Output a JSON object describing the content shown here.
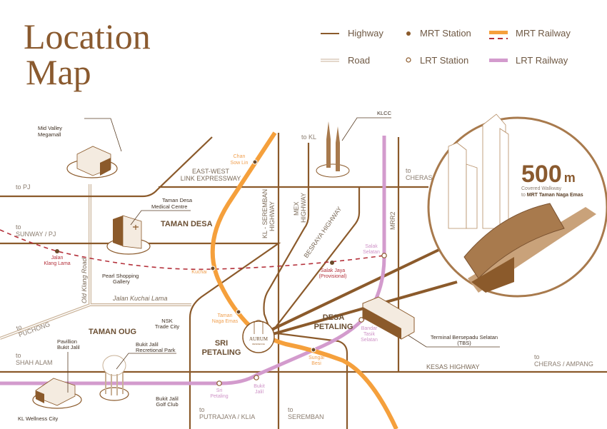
{
  "title": {
    "line1": "Location",
    "line2": "Map"
  },
  "legend": {
    "highway": "Highway",
    "road": "Road",
    "mrt_station": "MRT Station",
    "lrt_station": "LRT Station",
    "mrt_railway": "MRT Railway",
    "lrt_railway": "LRT Railway"
  },
  "colors": {
    "highway": "#8b5a2b",
    "road": "#c9b298",
    "mrt": "#f5a03c",
    "mrt_planned": "#b4303a",
    "lrt": "#d39bcd",
    "title": "#8a5a2f"
  },
  "areas": {
    "taman_desa": "TAMAN DESA",
    "taman_oug": "TAMAN OUG",
    "sri_petaling_1": "SRI",
    "sri_petaling_2": "PETALING",
    "desa_petaling_1": "DESA",
    "desa_petaling_2": "PETALING"
  },
  "highways": {
    "east_west_1": "EAST-WEST",
    "east_west_2": "LINK  EXPRESSWAY",
    "kl_seremban_1": "KL - SEREMBAN",
    "kl_seremban_2": "HIGHWAY",
    "mex_1": "MEX",
    "mex_2": "HIGHWAY",
    "besraya": "BESRAYA HIGHWAY",
    "mrr2": "MRR2",
    "kesas": "KESAS HIGHWAY",
    "old_klang": "Old Klang Road",
    "kuchai_lama": "Jalan Kuchai Lama"
  },
  "directions": {
    "to": "to",
    "pj": "PJ",
    "sunway": "SUNWAY / PJ",
    "puchong": "PUCHONG",
    "shah_alam": "SHAH ALAM",
    "kl": "to KL",
    "cheras": "CHERAS",
    "cheras_ampang": "CHERAS / AMPANG",
    "putrajaya": "PUTRAJAYA / KLIA",
    "seremban": "SEREMBAN"
  },
  "landmarks": {
    "mid_valley_1": "Mid Valley",
    "mid_valley_2": "Megamall",
    "tdmc_1": "Taman Desa",
    "tdmc_2": "Medical Centre",
    "pearl_1": "Pearl Shopping",
    "pearl_2": "Gallery",
    "nsk_1": "NSK",
    "nsk_2": "Trade City",
    "pavilion_1": "Pavillion",
    "pavilion_2": "Bukit Jalil",
    "park_1": "Bukit Jalil",
    "park_2": "Recretional Park",
    "golf_1": "Bukit Jalil",
    "golf_2": "Golf Club",
    "wellness": "KL Wellness City",
    "klcc": "KLCC",
    "tbs_1": "Terminal Bersepadu Selatan",
    "tbs_2": "(TBS)",
    "aurum": "AURUM",
    "aurum_sub": "RESIDENCE"
  },
  "stations": {
    "chan_sow_lin": [
      "Chan",
      "Sow Lin"
    ],
    "kuchai": [
      "Kuchai"
    ],
    "taman_naga_emas": [
      "Taman",
      "Naga Emas"
    ],
    "sungai_besi": [
      "Sungai",
      "Besi"
    ],
    "jalan_klang_lama": [
      "Jalan",
      "Klang Lama"
    ],
    "salak_jaya": [
      "Salak Jaya",
      "(Provisional)"
    ],
    "salak_selatan": [
      "Salak",
      "Selatan"
    ],
    "bandar_tasik_selatan": [
      "Bandar",
      "Tasik",
      "Selatan"
    ],
    "bukit_jalil": [
      "Bukit",
      "Jalil"
    ],
    "sri_petaling": [
      "Sri",
      "Petaling"
    ]
  },
  "callout": {
    "distance": "500",
    "unit": "m",
    "line1": "Covered Walkway",
    "line2_prefix": "to ",
    "line2_bold": "MRT Taman Naga Emas"
  }
}
